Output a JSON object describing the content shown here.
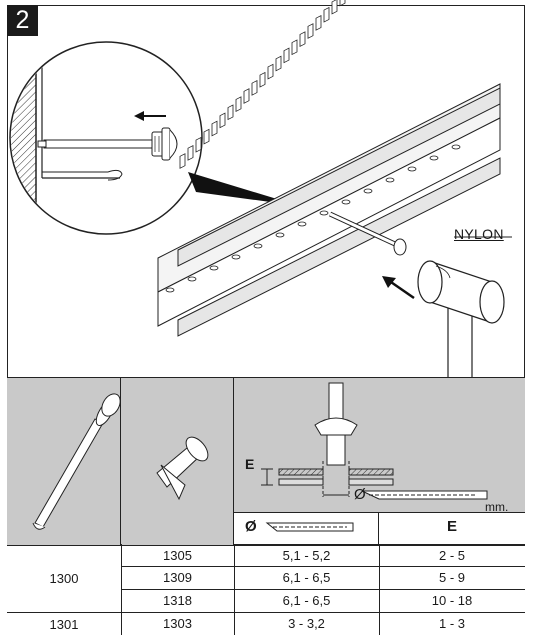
{
  "step_number": "2",
  "material_label": "NYLON",
  "unit_label": "mm.",
  "columns": {
    "diameter_symbol": "Ø",
    "e_header": "E",
    "dimension_label": "E",
    "diameter_label": "Ø"
  },
  "rows": [
    {
      "group": "1300",
      "code": "1305",
      "diameter": "5,1 - 5,2",
      "e": "2 - 5"
    },
    {
      "group": "",
      "code": "1309",
      "diameter": "6,1 - 6,5",
      "e": "5 - 9"
    },
    {
      "group": "",
      "code": "1318",
      "diameter": "6,1 - 6,5",
      "e": "10 - 18"
    },
    {
      "group": "1301",
      "code": "1303",
      "diameter": "3 - 3,2",
      "e": "1 - 3"
    }
  ],
  "colors": {
    "header_gray": "#c9c9c9",
    "line": "#222222"
  }
}
